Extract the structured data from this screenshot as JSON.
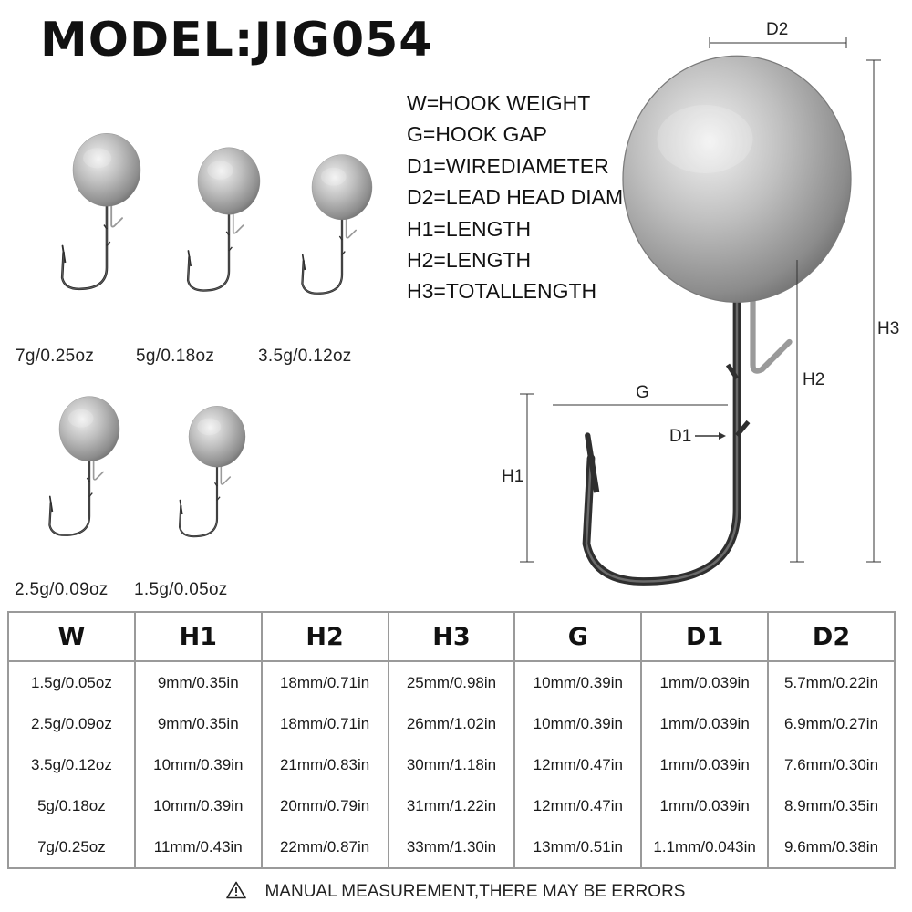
{
  "title": "MODEL:JIG054",
  "legend": [
    "W=HOOK WEIGHT",
    "G=HOOK GAP",
    "D1=WIREDIAMETER",
    "D2=LEAD HEAD DIAMETER",
    "H1=LENGTH",
    "H2=LENGTH",
    "H3=TOTALLENGTH"
  ],
  "hook_labels": [
    "7g/0.25oz",
    "5g/0.18oz",
    "3.5g/0.12oz",
    "2.5g/0.09oz",
    "1.5g/0.05oz"
  ],
  "dimension_labels": {
    "d2": "D2",
    "g": "G",
    "d1": "D1",
    "h1": "H1",
    "h2": "H2",
    "h3": "H3"
  },
  "table": {
    "headers": [
      "W",
      "H1",
      "H2",
      "H3",
      "G",
      "D1",
      "D2"
    ],
    "rows": [
      [
        "1.5g/0.05oz",
        "9mm/0.35in",
        "18mm/0.71in",
        "25mm/0.98in",
        "10mm/0.39in",
        "1mm/0.039in",
        "5.7mm/0.22in"
      ],
      [
        "2.5g/0.09oz",
        "9mm/0.35in",
        "18mm/0.71in",
        "26mm/1.02in",
        "10mm/0.39in",
        "1mm/0.039in",
        "6.9mm/0.27in"
      ],
      [
        "3.5g/0.12oz",
        "10mm/0.39in",
        "21mm/0.83in",
        "30mm/1.18in",
        "12mm/0.47in",
        "1mm/0.039in",
        "7.6mm/0.30in"
      ],
      [
        "5g/0.18oz",
        "10mm/0.39in",
        "20mm/0.79in",
        "31mm/1.22in",
        "12mm/0.47in",
        "1mm/0.039in",
        "8.9mm/0.35in"
      ],
      [
        "7g/0.25oz",
        "11mm/0.43in",
        "22mm/0.87in",
        "33mm/1.30in",
        "13mm/0.51in",
        "1.1mm/0.043in",
        "9.6mm/0.38in"
      ]
    ]
  },
  "note": "MANUAL MEASUREMENT,THERE MAY BE ERRORS",
  "icons": {
    "warning": "warning-triangle-icon"
  },
  "colors": {
    "lead": "#a8a8a8",
    "hook": "#2e2e2e",
    "border": "#9a9a9a"
  }
}
